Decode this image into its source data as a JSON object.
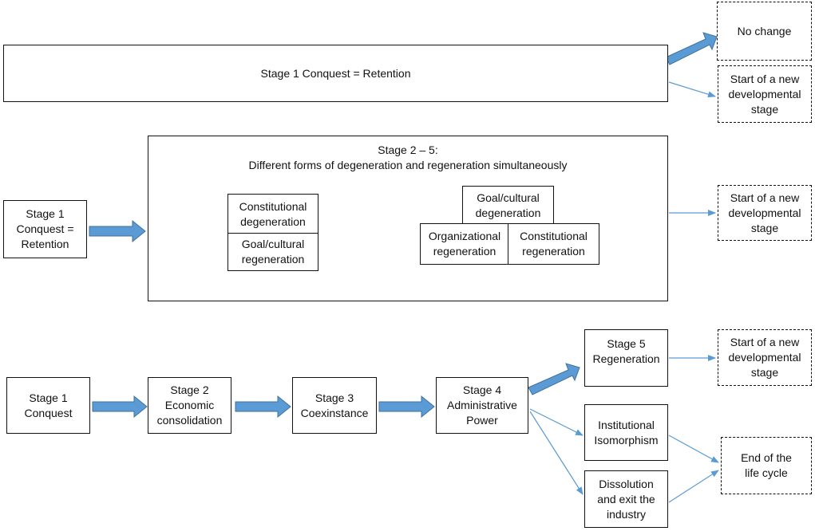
{
  "row1": {
    "main": "Stage 1 Conquest = Retention",
    "no_change": "No change",
    "new_stage": "Start of a new\ndevelopmental\nstage"
  },
  "row2": {
    "stage1": "Stage 1\nConquest =\nRetention",
    "container_title": "Stage 2 – 5:\nDifferent forms of degeneration and regeneration simultaneously",
    "constitutional_degeneration": "Constitutional\ndegeneration",
    "goal_cultural_regeneration": "Goal/cultural\nregeneration",
    "goal_cultural_degeneration": "Goal/cultural\ndegeneration",
    "organizational_regeneration": "Organizational\nregeneration",
    "constitutional_regeneration": "Constitutional\nregeneration",
    "new_stage": "Start of a new\ndevelopmental\nstage"
  },
  "row3": {
    "stage1": "Stage 1\nConquest",
    "stage2": "Stage 2\nEconomic\nconsolidation",
    "stage3": "Stage 3\nCoexinstance",
    "stage4": "Stage 4\nAdministrative\nPower",
    "stage5": "Stage 5\nRegeneration",
    "institutional": "Institutional\nIsomorphism",
    "dissolution": "Dissolution\nand exit the\nindustry",
    "new_stage": "Start of a new\ndevelopmental\nstage",
    "end": "End of the\nlife cycle"
  },
  "colors": {
    "arrow_fill": "#5b9bd5",
    "arrow_stroke": "#41719c",
    "line": "#5b9bd5"
  }
}
